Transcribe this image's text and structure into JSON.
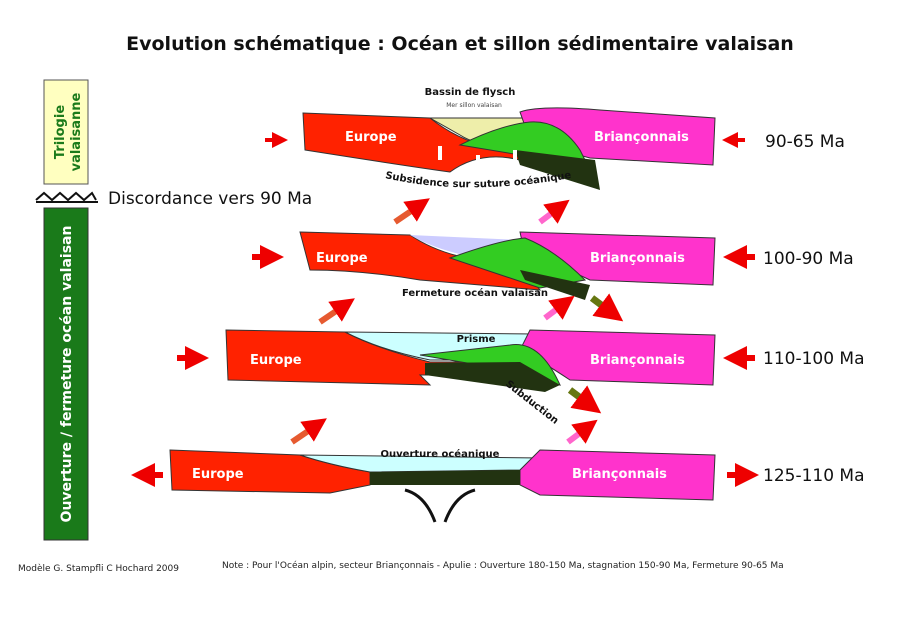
{
  "title": "Evolution schématique : Océan et sillon sédimentaire valaisan",
  "left_bar": {
    "trilogie": [
      "Trilogie",
      "valaisanne"
    ],
    "ouverture": "Ouverture / fermeture océan valaisan",
    "discordance": "Discordance vers 90 Ma"
  },
  "panels": [
    {
      "europe": "Europe",
      "brianconnais": "Briançonnais",
      "age": "90-65 Ma",
      "caption_top": "Bassin de flysch",
      "caption_small": "Mer sillon valaisan",
      "caption_bottom": "Subsidence sur suture océanique"
    },
    {
      "europe": "Europe",
      "brianconnais": "Briançonnais",
      "age": "100-90 Ma",
      "caption_bottom": "Fermeture océan valaisan"
    },
    {
      "europe": "Europe",
      "brianconnais": "Briançonnais",
      "age": "110-100 Ma",
      "caption_top": "Prisme",
      "caption_bottom": "Subduction"
    },
    {
      "europe": "Europe",
      "brianconnais": "Briançonnais",
      "age": "125-110 Ma",
      "caption_top": "Ouverture océanique"
    }
  ],
  "footer": {
    "credit": "Modèle G. Stampfli C Hochard 2009",
    "note": "Note : Pour l'Océan alpin, secteur Briançonnais - Apulie : Ouverture 180-150 Ma, stagnation 150-90 Ma, Fermeture 90-65 Ma"
  },
  "colors": {
    "europe": "#ff2200",
    "brianconnais": "#ff33cc",
    "ocean": "#33cc22",
    "crust": "#223311",
    "trilogie": "#ffffc0",
    "bar": "#1a7a1a"
  }
}
